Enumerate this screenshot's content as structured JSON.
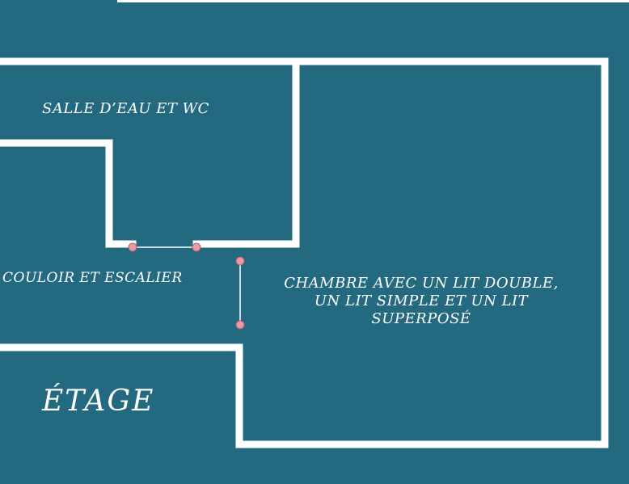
{
  "rooms": {
    "bathroom": "SALLE D’EAU ET WC",
    "corridor": "COULOIR ET ESCALIER",
    "bedroom_lines": [
      "CHAMBRE AVEC UN LIT DOUBLE,",
      "UN LIT SIMPLE ET UN LIT",
      "SUPERPOSÉ"
    ]
  },
  "floor_title": "ÉTAGE",
  "colors": {
    "background": "#236a80",
    "walls": "#ffffff",
    "door_hinge": "#e89aa6"
  }
}
